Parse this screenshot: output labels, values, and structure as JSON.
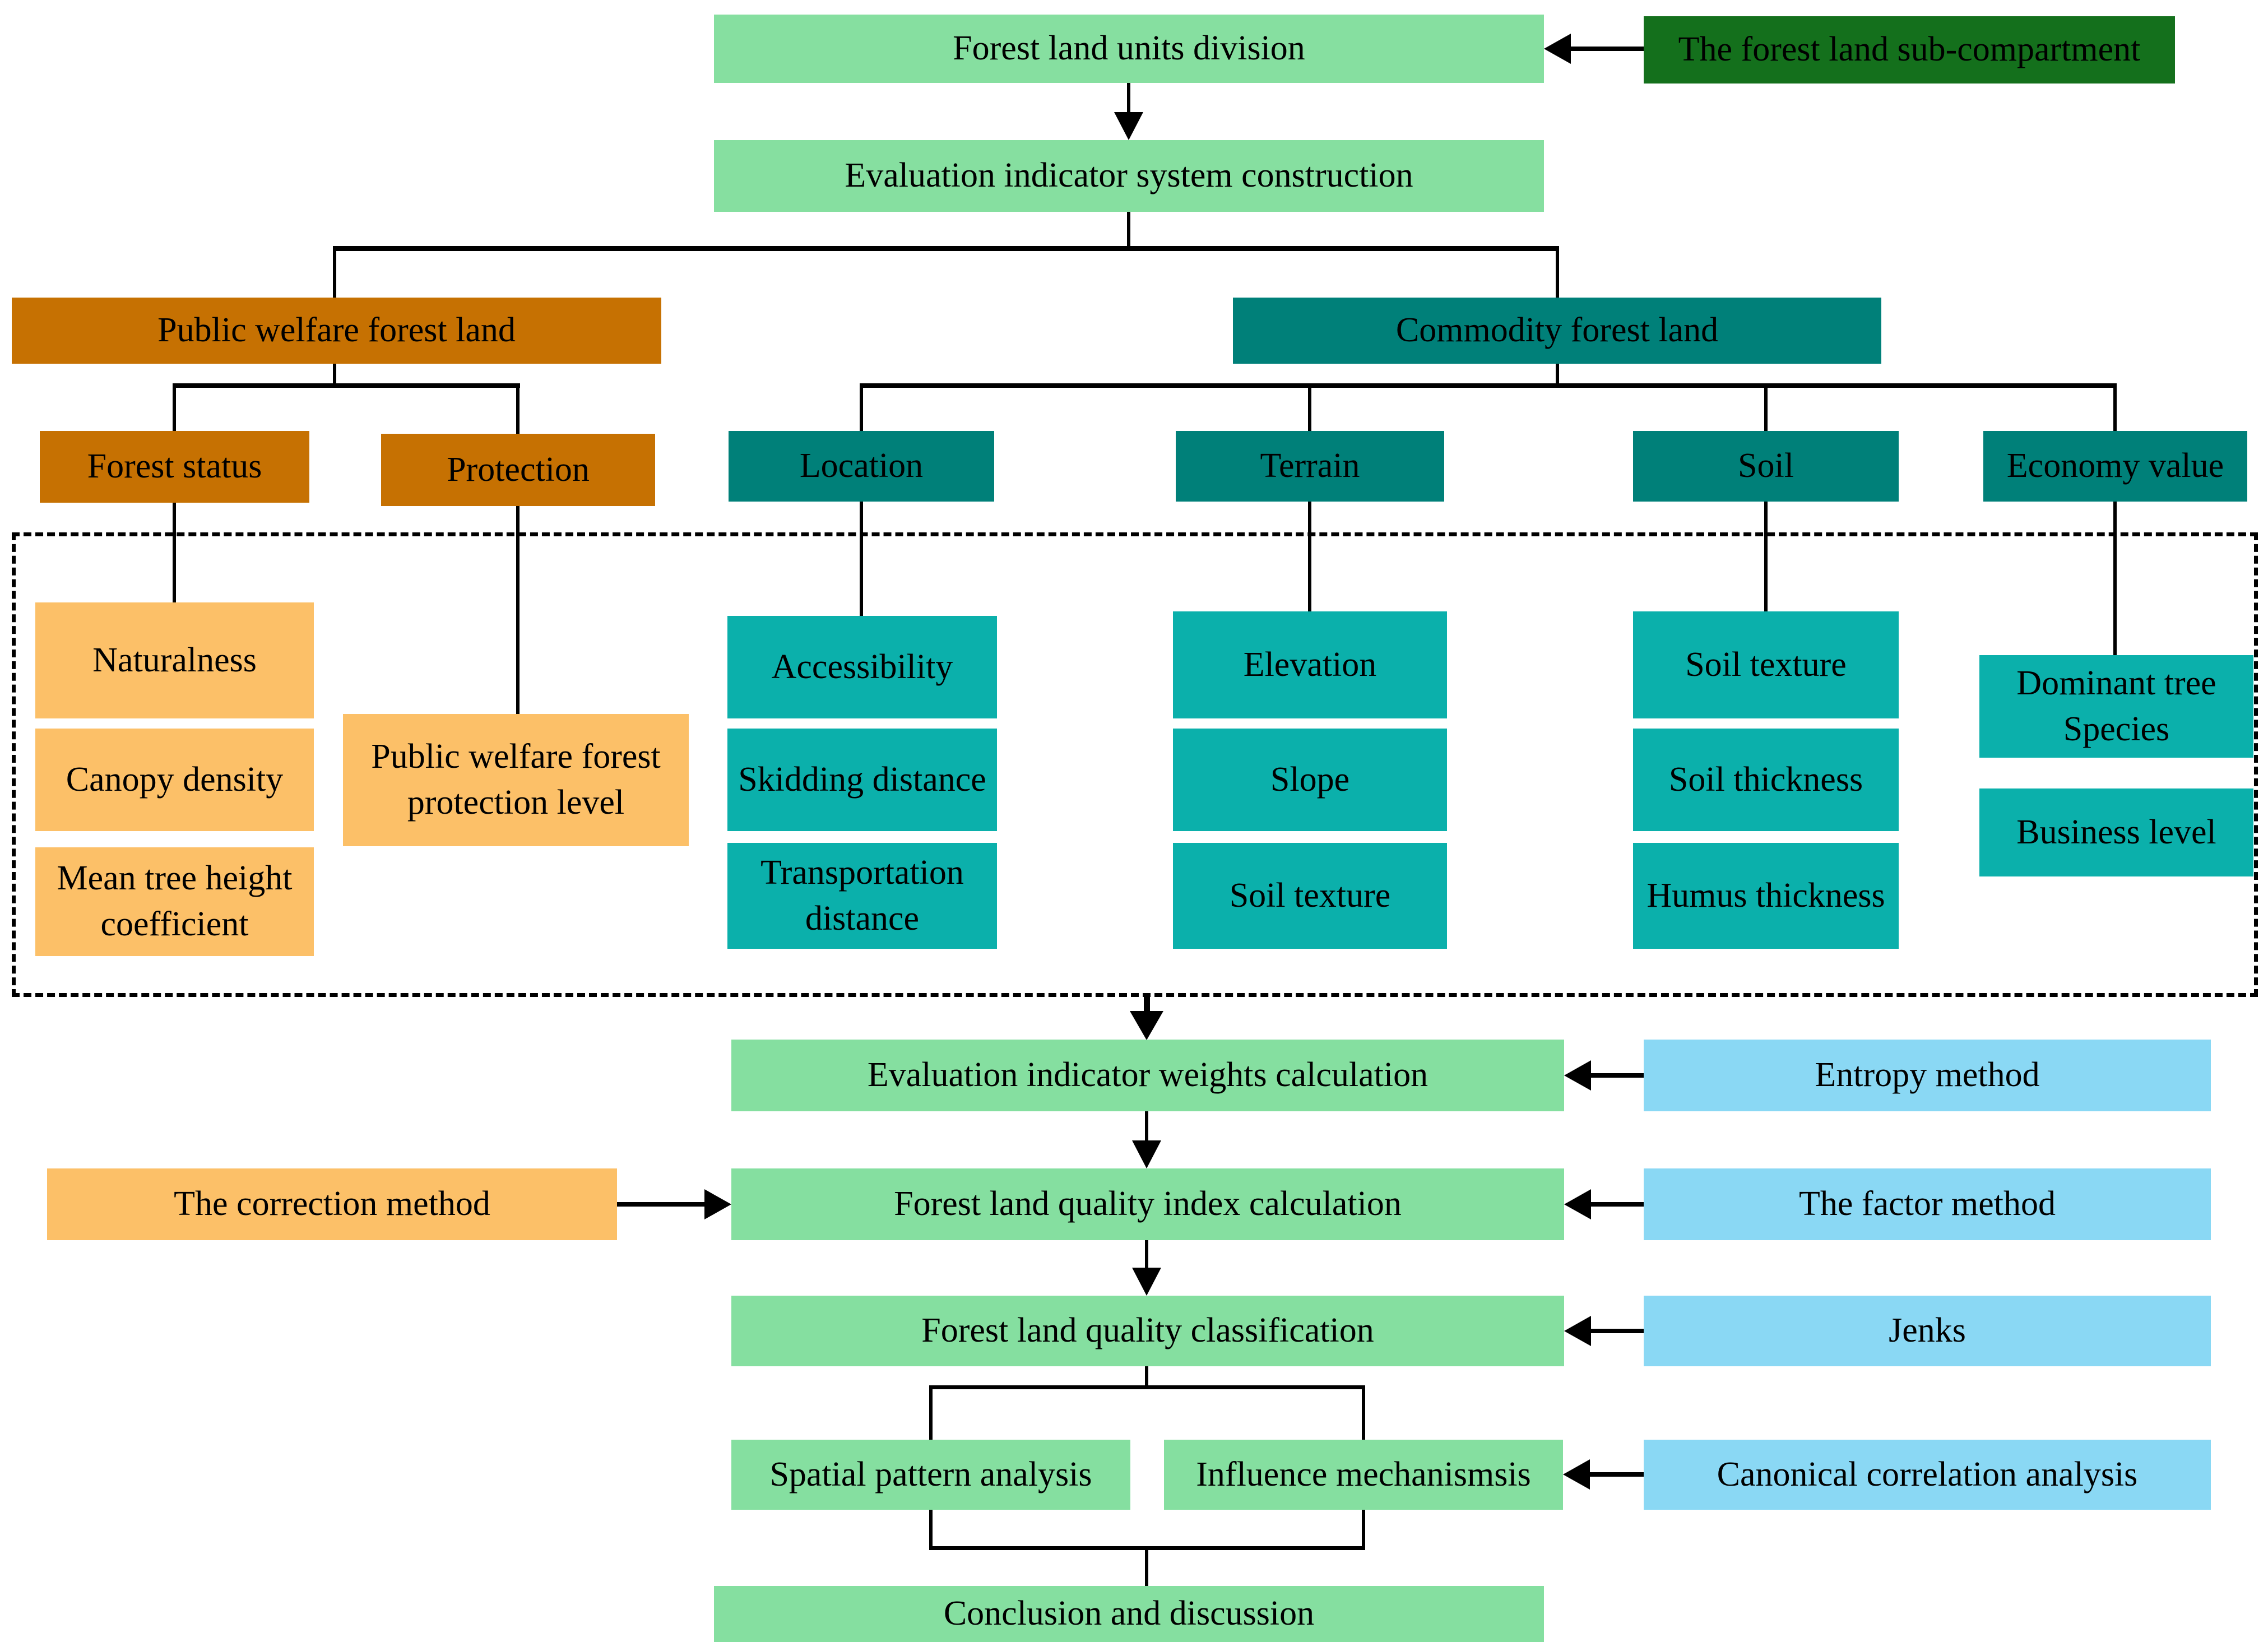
{
  "colors": {
    "light_green": "#86DFA0",
    "dark_green": "#14701C",
    "orange": "#C67102",
    "light_orange": "#FCC068",
    "teal_dark": "#008079",
    "teal_bright": "#0BB0AB",
    "process_green": "#85DFA0",
    "blue": "#8AD8F4",
    "line": "#000000"
  },
  "nodes": {
    "forest_units": {
      "label": "Forest land units division"
    },
    "sub_compartment": {
      "label": "The forest land sub-compartment"
    },
    "eval_system": {
      "label": "Evaluation indicator system construction"
    },
    "public_welfare": {
      "label": "Public welfare forest land"
    },
    "commodity": {
      "label": "Commodity forest land"
    },
    "forest_status": {
      "label": "Forest status"
    },
    "protection": {
      "label": "Protection"
    },
    "location": {
      "label": "Location"
    },
    "terrain": {
      "label": "Terrain"
    },
    "soil": {
      "label": "Soil"
    },
    "economy_value": {
      "label": "Economy value"
    },
    "naturalness": {
      "label": "Naturalness"
    },
    "canopy_density": {
      "label": "Canopy density"
    },
    "mean_tree_height": {
      "label": "Mean tree height coefficient"
    },
    "protection_level": {
      "label": "Public welfare forest protection level"
    },
    "accessibility": {
      "label": "Accessibility"
    },
    "skidding": {
      "label": "Skidding distance"
    },
    "transportation": {
      "label": "Transportation distance"
    },
    "elevation": {
      "label": "Elevation"
    },
    "slope": {
      "label": "Slope"
    },
    "soil_texture_terrain": {
      "label": "Soil texture"
    },
    "soil_texture": {
      "label": "Soil texture"
    },
    "soil_thickness": {
      "label": "Soil thickness"
    },
    "humus_thickness": {
      "label": "Humus thickness"
    },
    "dominant_tree": {
      "label": "Dominant tree Species"
    },
    "business_level": {
      "label": "Business level"
    },
    "weights": {
      "label": "Evaluation indicator weights calculation"
    },
    "entropy": {
      "label": "Entropy method"
    },
    "correction": {
      "label": "The correction method"
    },
    "index_calc": {
      "label": "Forest land quality index calculation"
    },
    "factor": {
      "label": "The factor method"
    },
    "classification": {
      "label": "Forest land quality classification"
    },
    "jenks": {
      "label": "Jenks"
    },
    "spatial": {
      "label": "Spatial pattern analysis"
    },
    "influence": {
      "label": "Influence mechanismsis"
    },
    "canonical": {
      "label": "Canonical correlation analysis"
    },
    "conclusion": {
      "label": "Conclusion and discussion"
    }
  }
}
